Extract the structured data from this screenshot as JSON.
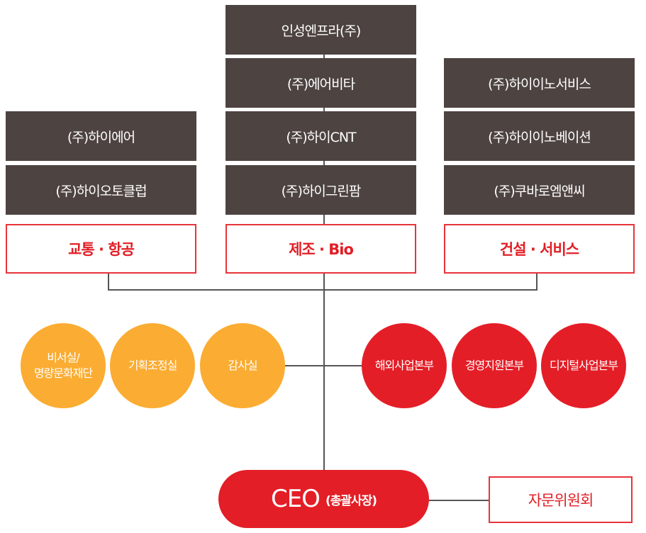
{
  "left_column": {
    "companies": [
      "(주)하이에어",
      "(주)하이오토클럽"
    ],
    "sector": "교통 · 항공"
  },
  "center_column": {
    "companies": [
      "인성엔프라(주)",
      "(주)에어비타",
      "(주)하이CNT",
      "(주)하이그린팜"
    ],
    "sector": "제조 · Bio"
  },
  "right_column": {
    "companies": [
      "(주)하이이노서비스",
      "(주)하이이노베이션",
      "(주)쿠바로엠앤씨"
    ],
    "sector": "건설 · 서비스"
  },
  "staff_departments": [
    {
      "line1": "비서실/",
      "line2": "명량문화재단"
    },
    {
      "line1": "기획조정실"
    },
    {
      "line1": "감사실"
    }
  ],
  "business_divisions": [
    "해외사업본부",
    "경영지원본부",
    "디지털사업본부"
  ],
  "ceo": {
    "title": "CEO",
    "subtitle": "(총괄사장)"
  },
  "advisory_board": "자문위원회",
  "colors": {
    "company_box": "#4d4341",
    "accent_red": "#e31e26",
    "staff_orange": "#fbac32"
  }
}
